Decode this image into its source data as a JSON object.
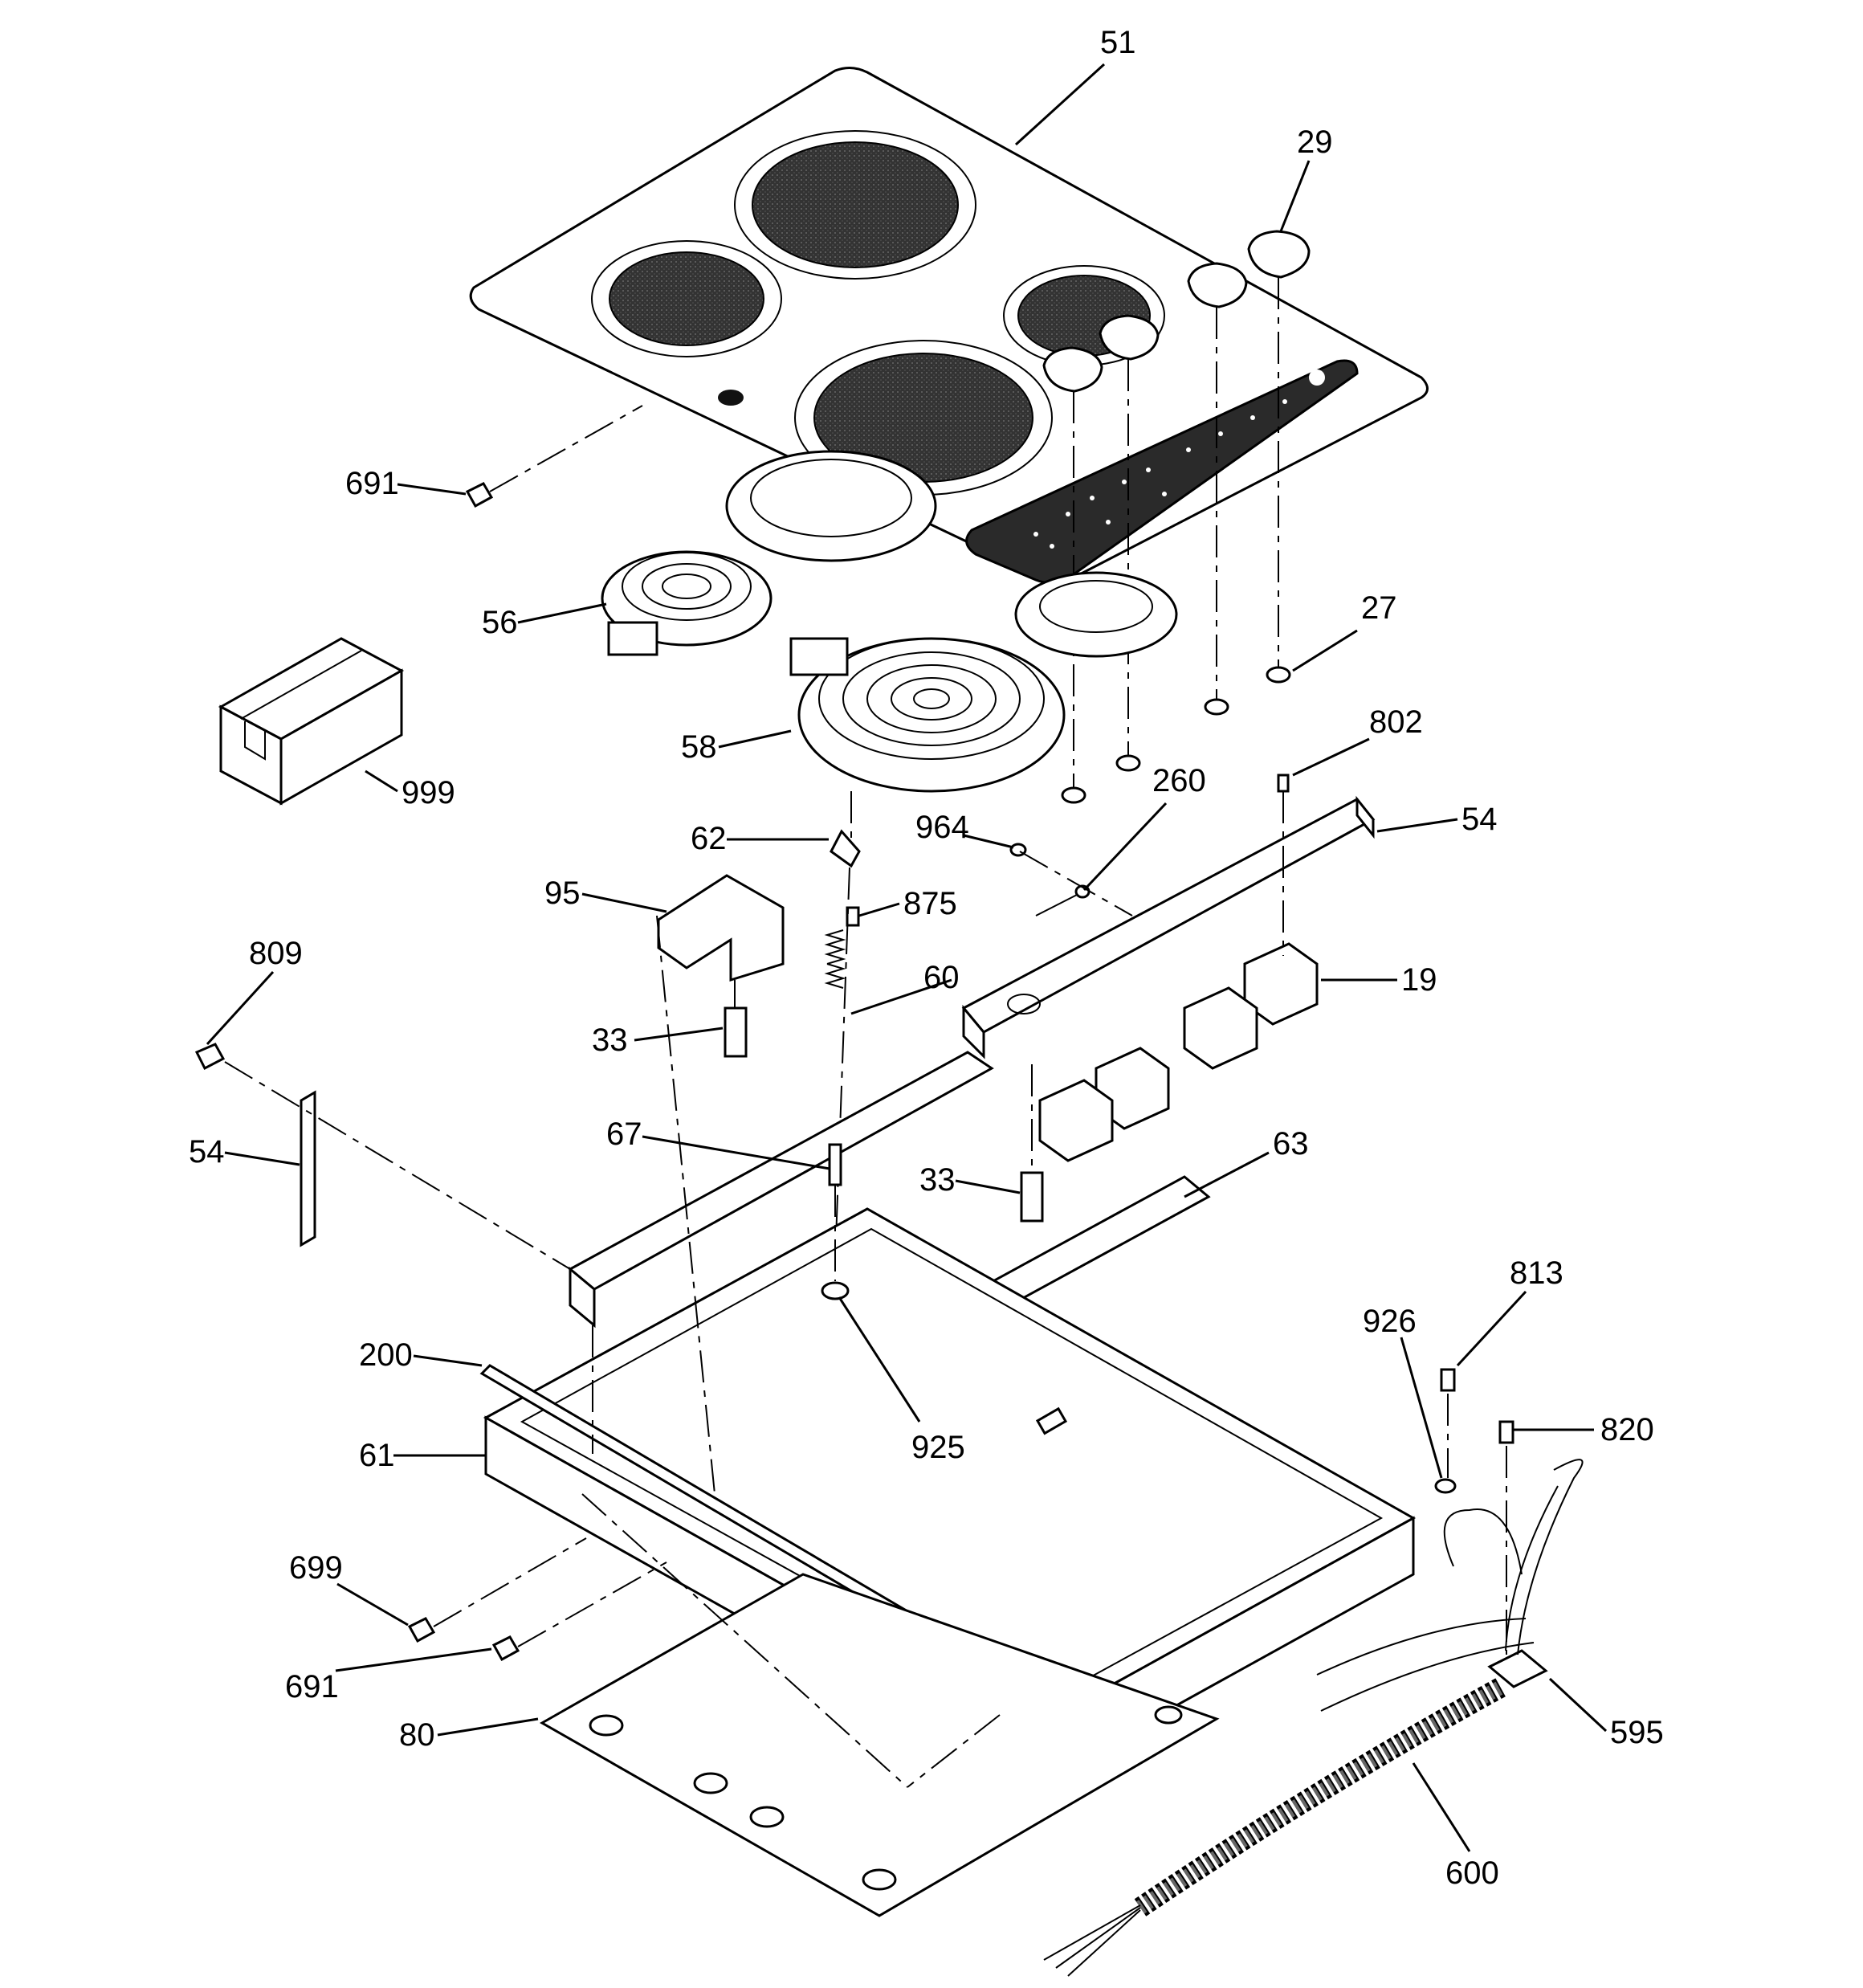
{
  "callouts": {
    "c51": "51",
    "c29": "29",
    "c691a": "691",
    "c56": "56",
    "c999": "999",
    "c58": "58",
    "c27": "27",
    "c802": "802",
    "c260": "260",
    "c964": "964",
    "c54a": "54",
    "c62": "62",
    "c95": "95",
    "c875": "875",
    "c60": "60",
    "c19": "19",
    "c809": "809",
    "c33a": "33",
    "c54b": "54",
    "c67": "67",
    "c33b": "33",
    "c63": "63",
    "c813": "813",
    "c926": "926",
    "c200": "200",
    "c820": "820",
    "c61": "61",
    "c925": "925",
    "c699": "699",
    "c691b": "691",
    "c595": "595",
    "c80": "80",
    "c600": "600"
  },
  "colors": {
    "ink": "#000000",
    "glass": "#d8d8d8",
    "burner": "#3a3a3a",
    "panel": "#1a1a1a"
  }
}
